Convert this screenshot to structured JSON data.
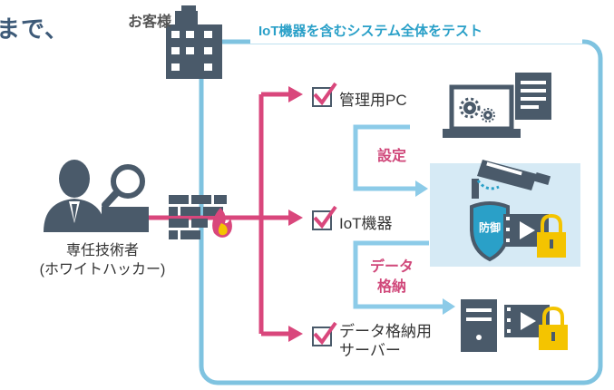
{
  "heading_fragment": "まで、",
  "customer_label": "お客様",
  "system_title": "IoT機器を含むシステム全体をテスト",
  "tester_label": [
    "専任技術者",
    "(ホワイトハッカー)"
  ],
  "targets": {
    "pc": "管理用PC",
    "iot": "IoT機器",
    "storage": [
      "データ格納用",
      "サーバー"
    ]
  },
  "flows": {
    "settings": "設定",
    "data_storage": [
      "データ",
      "格納"
    ]
  },
  "shield_label": "防御",
  "colors": {
    "attack_arrow": "#d9477c",
    "system_border": "#7fc3e0",
    "icon_dark": "#4a5a6a",
    "iot_panel": "#d6eaf5",
    "check_pink": "#d9477c",
    "lock_yellow": "#f4c400",
    "flow_arrow": "#8ccbe8"
  },
  "icons": [
    "building-icon",
    "tester-icon",
    "magnifier-icon",
    "firewall-icon",
    "flame-icon",
    "checkbox-icon",
    "laptop-gears-icon",
    "document-icon",
    "camera-icon",
    "shield-icon",
    "video-icon",
    "lock-icon",
    "server-icon"
  ]
}
